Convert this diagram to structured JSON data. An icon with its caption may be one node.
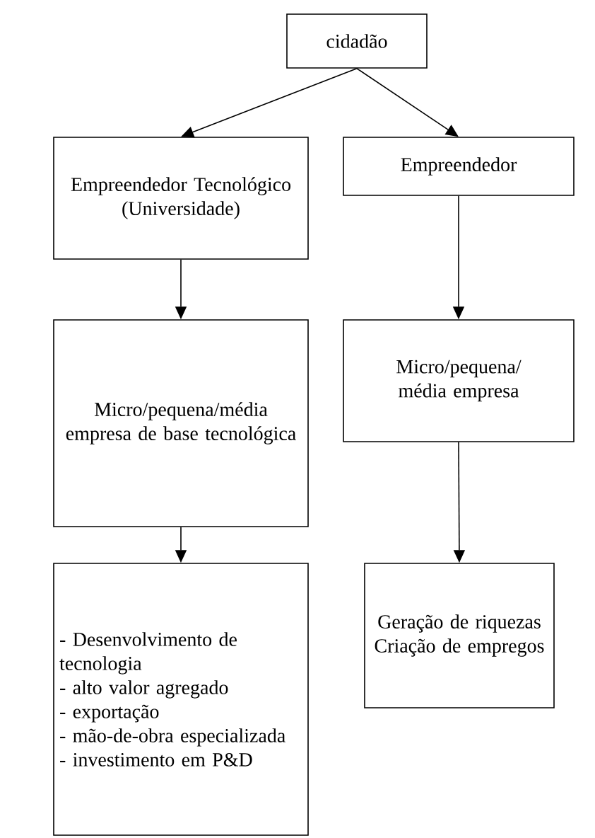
{
  "diagram": {
    "nodes": [
      {
        "text": [
          "cidadão"
        ]
      },
      {
        "text": [
          "Empreendedor Tecnológico (Universidade)"
        ]
      },
      {
        "text": [
          "Empreendedor"
        ]
      },
      {
        "text": [
          "Micro/pequena/média empresa de base tecnológica"
        ]
      },
      {
        "text": [
          "Micro/pequena/ média empresa"
        ]
      },
      {
        "text": [
          "- Desenvolvimento de tecnologia",
          "- alto valor agregado",
          "- exportação",
          "- mão-de-obra especializada",
          "- investimento em P&D"
        ]
      },
      {
        "text": [
          "Geração de riquezas",
          "Criação de empregos"
        ]
      }
    ],
    "edges": [
      {
        "from": 0,
        "to": 1,
        "arrow": "to"
      },
      {
        "from": 0,
        "to": 2,
        "arrow": "to"
      },
      {
        "from": 1,
        "to": 3,
        "arrow": "to"
      },
      {
        "from": 3,
        "to": 5,
        "arrow": "to"
      },
      {
        "from": 2,
        "to": 4,
        "arrow": "to"
      },
      {
        "from": 4,
        "to": 6,
        "arrow": "to"
      }
    ]
  }
}
